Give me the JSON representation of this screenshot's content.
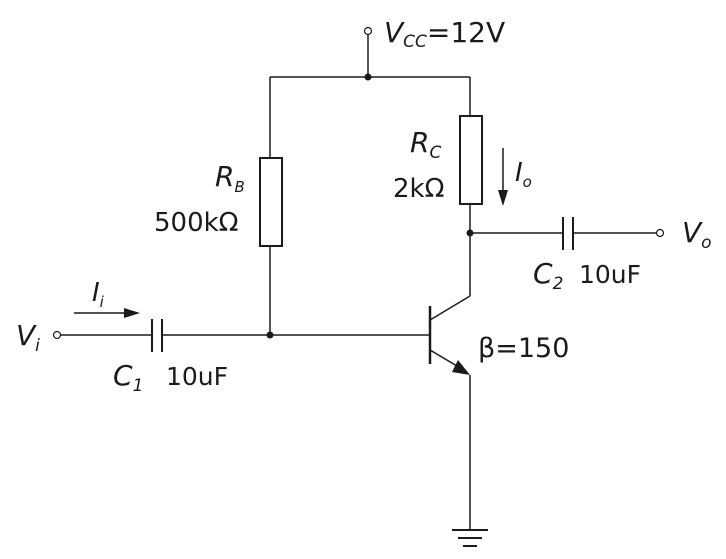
{
  "circuit": {
    "vcc": {
      "symbol": "V",
      "sub": "CC",
      "value": "=12V"
    },
    "rb": {
      "symbol": "R",
      "sub": "B",
      "value": "500kΩ"
    },
    "rc": {
      "symbol": "R",
      "sub": "C",
      "value": "2kΩ"
    },
    "io": {
      "symbol": "I",
      "sub": "o"
    },
    "ii": {
      "symbol": "I",
      "sub": "i"
    },
    "vi": {
      "symbol": "V",
      "sub": "i"
    },
    "vo": {
      "symbol": "V",
      "sub": "o"
    },
    "c1": {
      "symbol": "C",
      "sub": "1",
      "value": "10uF"
    },
    "c2": {
      "symbol": "C",
      "sub": "2",
      "value": "10uF"
    },
    "beta": {
      "text": "β=150"
    }
  }
}
